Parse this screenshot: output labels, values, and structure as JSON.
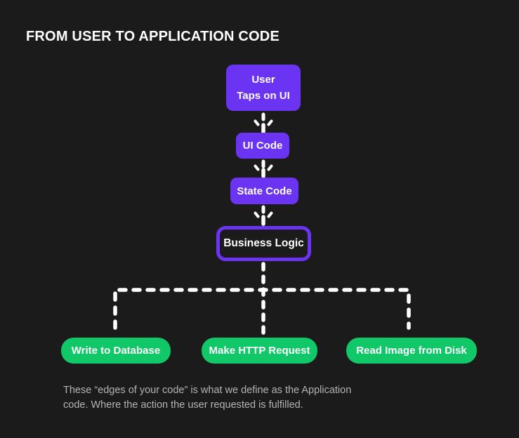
{
  "title": "FROM USER TO APPLICATION CODE",
  "colors": {
    "background": "#1b1b1b",
    "purple": "#6a34f2",
    "green": "#10c868",
    "text": "#ffffff",
    "caption": "#b4b4b4",
    "connector": "#ffffff"
  },
  "nodes": {
    "user_taps": {
      "label": "User\nTaps on UI"
    },
    "ui_code": {
      "label": "UI Code"
    },
    "state_code": {
      "label": "State Code"
    },
    "business_logic": {
      "label": "Business Logic"
    },
    "write_db": {
      "label": "Write to Database"
    },
    "http_request": {
      "label": "Make HTTP Request"
    },
    "read_image": {
      "label": "Read Image from Disk"
    }
  },
  "caption": "These “edges of your code” is what we define as the Application\ncode. Where the action the user requested is fulfilled."
}
